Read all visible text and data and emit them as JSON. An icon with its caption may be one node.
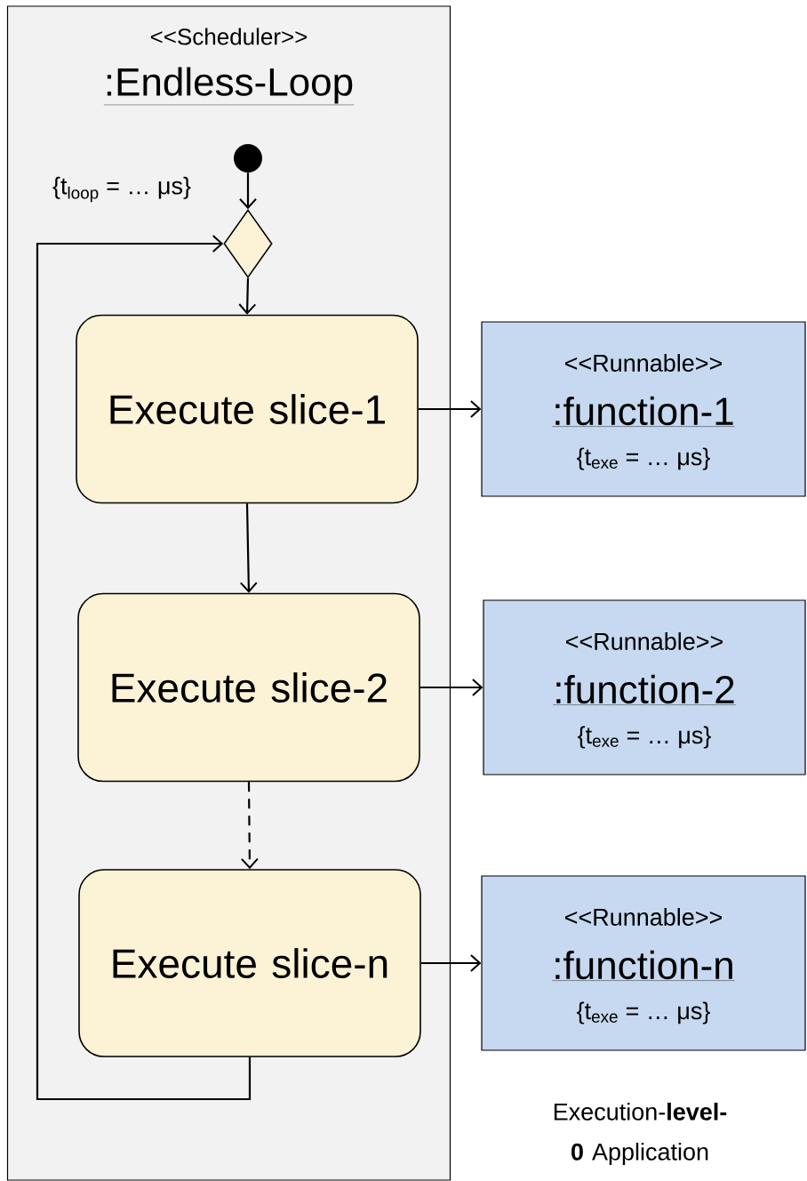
{
  "diagram": {
    "nodes": [
      {
        "text": [
          "<<Scheduler>>",
          ":Endless-Loop"
        ]
      },
      {
        "text": [],
        "shape": "circle",
        "in": 0
      },
      {
        "text": [],
        "shape": "diamond",
        "in": 0,
        "beside": [
          "{t$_{loop}$ = … μs}"
        ]
      },
      {
        "text": [
          "Execute slice-1"
        ],
        "in": 0
      },
      {
        "text": [
          "Execute slice-2"
        ],
        "in": 0
      },
      {
        "text": [
          "Execute slice-n"
        ],
        "in": 0
      },
      {
        "text": [
          "<<Runnable>>",
          ":function-1",
          "{t$_{exe}$ = … μs}"
        ]
      },
      {
        "text": [
          "<<Runnable>>",
          ":function-2",
          "{t$_{exe}$ = … μs}"
        ]
      },
      {
        "text": [
          "<<Runnable>>",
          ":function-n",
          "{t$_{exe}$ = … μs}"
        ]
      }
    ],
    "edges": [
      {
        "from": 1,
        "to": 2,
        "arrow": "to"
      },
      {
        "from": 2,
        "to": 3,
        "arrow": "to"
      },
      {
        "from": 3,
        "to": 4,
        "arrow": "to"
      },
      {
        "from": 4,
        "to": 5,
        "arrow": "to",
        "style": "dashed"
      },
      {
        "from": 5,
        "to": 2,
        "arrow": "to"
      },
      {
        "from": 3,
        "to": 6,
        "arrow": "to"
      },
      {
        "from": 4,
        "to": 7,
        "arrow": "to"
      },
      {
        "from": 5,
        "to": 8,
        "arrow": "to"
      }
    ],
    "labels": [
      "Execution-**level-0** Application"
    ]
  }
}
